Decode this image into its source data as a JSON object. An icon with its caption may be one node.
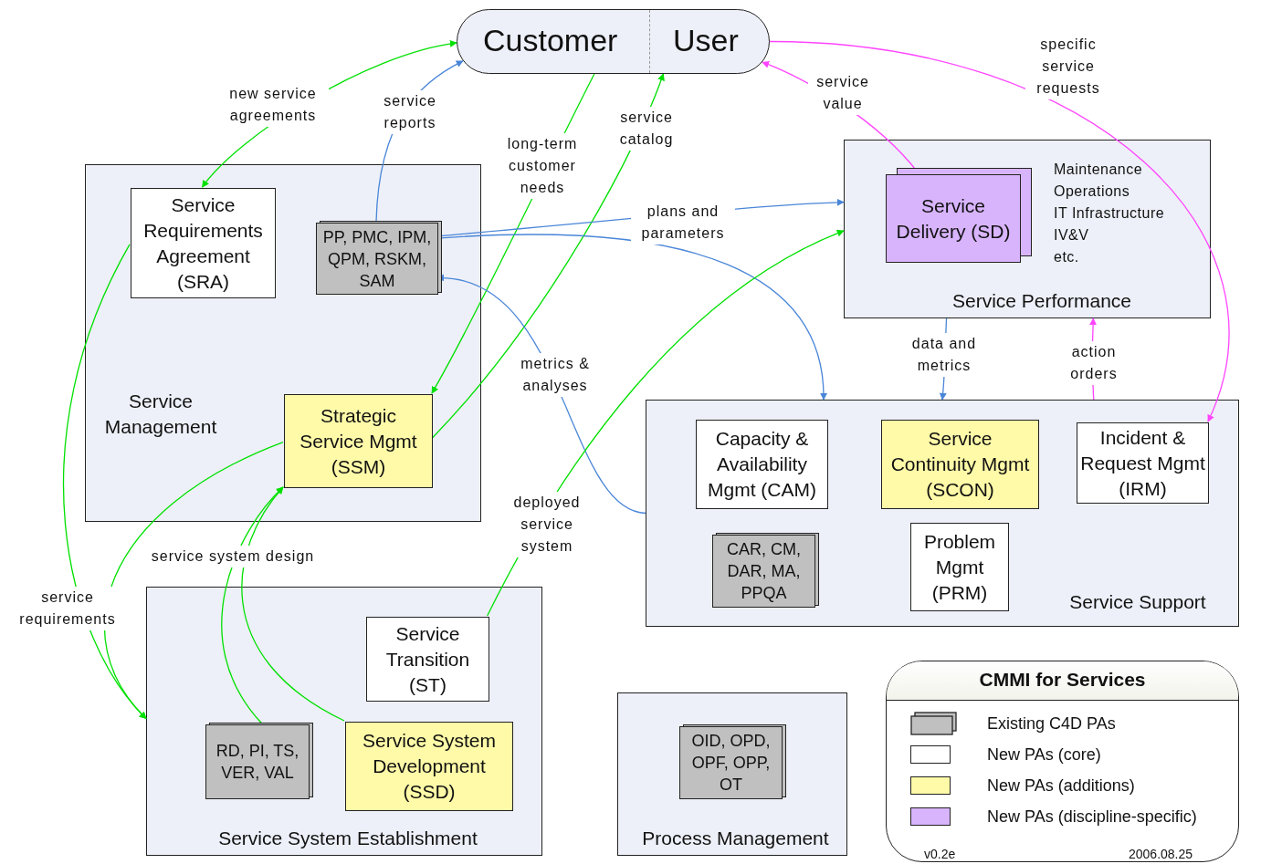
{
  "diagram": {
    "title": "CMMI for Services",
    "nodes": [
      {
        "text": [
          "Customer",
          "User"
        ]
      },
      {
        "text": [
          "Service Management"
        ]
      },
      {
        "text": [
          "Service Requirements Agreement (SRA)"
        ],
        "in": 1
      },
      {
        "text": [
          "PP, PMC, IPM, QPM, RSKM, SAM"
        ],
        "in": 1
      },
      {
        "text": [
          "Strategic Service Mgmt (SSM)"
        ],
        "in": 1
      },
      {
        "text": [
          "Service Performance"
        ]
      },
      {
        "text": [
          "Service Delivery (SD)"
        ],
        "in": 5
      },
      {
        "text": [
          "Service Support"
        ]
      },
      {
        "text": [
          "Capacity & Availability Mgmt (CAM)"
        ],
        "in": 7
      },
      {
        "text": [
          "Service Continuity Mgmt (SCON)"
        ],
        "in": 7
      },
      {
        "text": [
          "Incident & Request Mgmt (IRM)"
        ],
        "in": 7
      },
      {
        "text": [
          "CAR, CM, DAR, MA, PPQA"
        ],
        "in": 7
      },
      {
        "text": [
          "Problem Mgmt (PRM)"
        ],
        "in": 7
      },
      {
        "text": [
          "Service System Establishment"
        ]
      },
      {
        "text": [
          "Service Transition (ST)"
        ],
        "in": 13
      },
      {
        "text": [
          "RD, PI, TS, VER, VAL"
        ],
        "in": 13
      },
      {
        "text": [
          "Service System Development (SSD)"
        ],
        "in": 13
      },
      {
        "text": [
          "Process Management"
        ]
      },
      {
        "text": [
          "OID, OPD, OPF, OPP, OT"
        ],
        "in": 17
      }
    ],
    "edges": [
      {
        "from": 2,
        "to": 0,
        "arrow": "both",
        "label": "new service agreements"
      },
      {
        "from": 3,
        "to": 0,
        "arrow": "to",
        "label": "service reports",
        "color": "#4a86d8"
      },
      {
        "from": 0,
        "to": 4,
        "arrow": "to",
        "label": "long-term customer needs"
      },
      {
        "from": 4,
        "to": 0,
        "arrow": "to",
        "label": "service catalog"
      },
      {
        "from": 3,
        "to": 5,
        "arrow": "to",
        "label": "plans and parameters",
        "color": "#4a86d8"
      },
      {
        "from": 3,
        "to": 7,
        "arrow": "to",
        "color": "#4a86d8"
      },
      {
        "from": 7,
        "to": 3,
        "arrow": "to",
        "label": "metrics & analyses",
        "color": "#4a86d8"
      },
      {
        "from": 6,
        "to": 0,
        "arrow": "to",
        "label": "service value",
        "color": "#ff44ff"
      },
      {
        "from": 0,
        "to": 10,
        "arrow": "to",
        "label": "specific service requests",
        "color": "#ff44ff"
      },
      {
        "from": 5,
        "to": 7,
        "arrow": "to",
        "label": "data and metrics",
        "color": "#4a86d8"
      },
      {
        "from": 7,
        "to": 5,
        "arrow": "to",
        "label": "action orders",
        "color": "#ff44ff"
      },
      {
        "from": 14,
        "to": 5,
        "arrow": "to",
        "label": "deployed service system"
      },
      {
        "from": 2,
        "to": 13,
        "arrow": "to",
        "label": "service requirements"
      },
      {
        "from": 4,
        "to": 13,
        "arrow": "to"
      },
      {
        "from": 15,
        "to": 4,
        "arrow": "to",
        "label": "service system design"
      },
      {
        "from": 16,
        "to": 4,
        "arrow": "to"
      }
    ],
    "labels": [
      "Maintenance",
      "Operations",
      "IT Infrastructure",
      "IV&V",
      "etc.",
      "v0.2e",
      "2006.08.25"
    ],
    "legend": [
      {
        "text": "Existing C4D PAs"
      },
      {
        "text": "New PAs (core)",
        "color": "#ffffff"
      },
      {
        "text": "New PAs (additions)",
        "color": "#fffaa8"
      },
      {
        "text": "New PAs (discipline-specific)",
        "color": "#d8b4fc"
      }
    ]
  }
}
